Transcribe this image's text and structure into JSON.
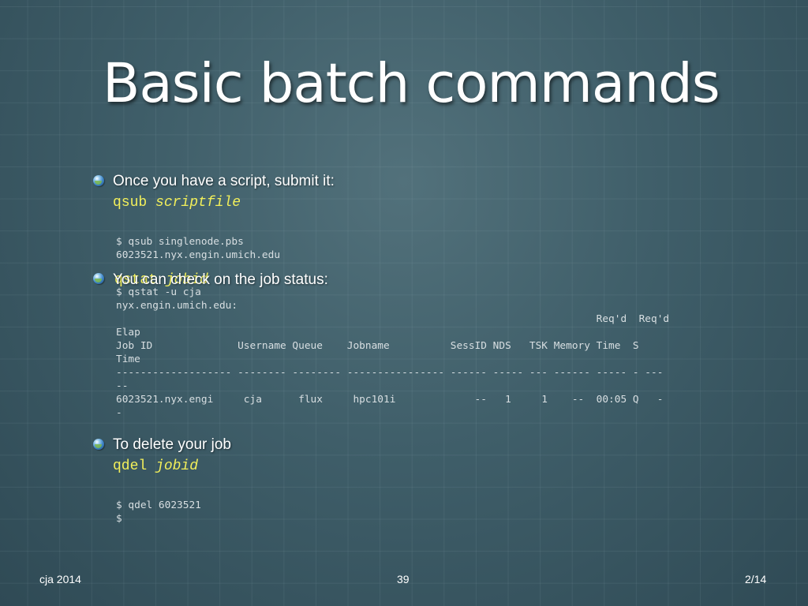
{
  "slide": {
    "title": "Basic batch commands",
    "bullet1": {
      "text": "Once you have a script, submit it:",
      "cmd": "qsub",
      "arg": "scriptfile",
      "output": "$ qsub singlenode.pbs\n6023521.nyx.engin.umich.edu"
    },
    "bullet2": {
      "text": "You can check on the job status:",
      "cmd": "qstat",
      "arg": "jobid",
      "output": "$ qstat -u cja\nnyx.engin.umich.edu:\n                                                                               Req'd  Req'd\nElap\nJob ID              Username Queue    Jobname          SessID NDS   TSK Memory Time  S\nTime\n------------------- -------- -------- ---------------- ------ ----- --- ------ ----- - ---\n--\n6023521.nyx.engi     cja      flux     hpc101i             --   1     1    --  00:05 Q   -\n-"
    },
    "bullet3": {
      "text": "To delete your job",
      "cmd": "qdel",
      "arg": "jobid",
      "output": "$ qdel 6023521\n$"
    }
  },
  "footer": {
    "left": "cja 2014",
    "center": "39",
    "right": "2/14"
  }
}
